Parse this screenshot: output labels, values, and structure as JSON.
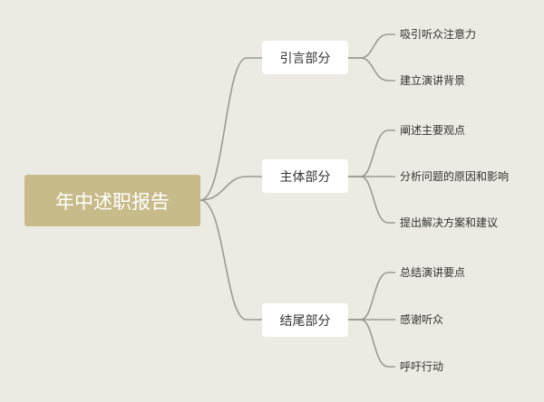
{
  "root": {
    "label": "年中述职报告"
  },
  "branches": [
    {
      "label": "引言部分",
      "children": [
        "吸引听众注意力",
        "建立演讲背景"
      ]
    },
    {
      "label": "主体部分",
      "children": [
        "阐述主要观点",
        "分析问题的原因和影响",
        "提出解决方案和建议"
      ]
    },
    {
      "label": "结尾部分",
      "children": [
        "总结演讲要点",
        "感谢听众",
        "呼吁行动"
      ]
    }
  ],
  "colors": {
    "background": "#ebebe3",
    "root_fill": "#c8bb8a",
    "branch_fill": "#ffffff",
    "connector": "#9a9a92",
    "text": "#333333"
  }
}
